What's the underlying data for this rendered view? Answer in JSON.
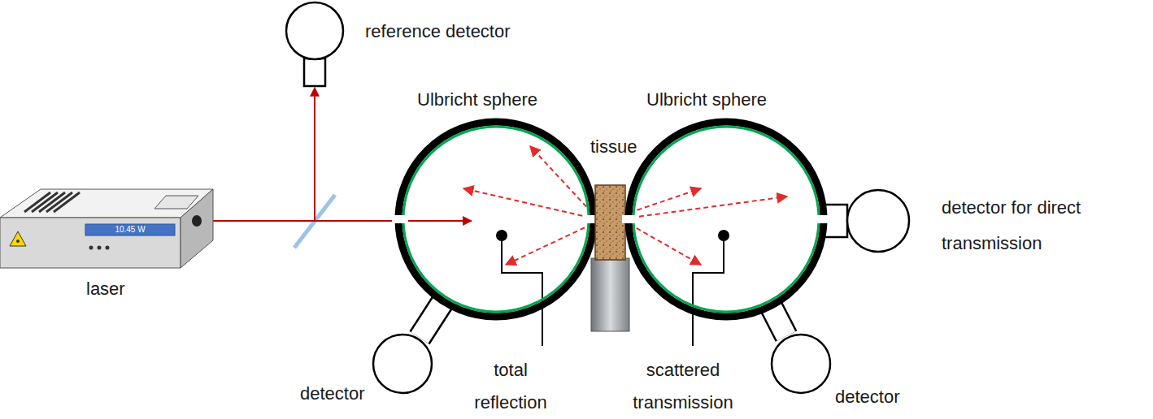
{
  "diagram": {
    "nodes": [
      {
        "text": [
          "10.45 W",
          "laser"
        ]
      },
      {
        "text": [
          "reference detector"
        ]
      },
      {
        "text": [
          "Ulbricht sphere"
        ]
      },
      {
        "text": [
          "tissue"
        ]
      },
      {
        "text": [
          "Ulbricht sphere"
        ]
      },
      {
        "text": [
          "detector"
        ]
      },
      {
        "text": [
          "detector"
        ]
      },
      {
        "text": [
          "detector for direct transmission"
        ]
      }
    ],
    "edges": [
      {
        "from": 0,
        "to": 1,
        "arrow": "to"
      },
      {
        "from": 0,
        "to": 2,
        "arrow": "to"
      }
    ],
    "labels": [
      "total reflection",
      "scattered transmission"
    ]
  }
}
